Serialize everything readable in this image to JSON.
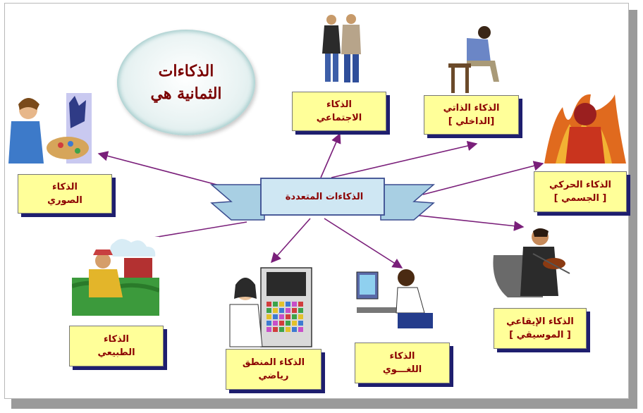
{
  "title": {
    "line1": "الذكاءات",
    "line2": "الثمانية هي"
  },
  "center": "الذكاءات المتعددة",
  "nodes": {
    "social": {
      "line1": "الذكاء",
      "line2": "الاجتماعي"
    },
    "intrapersonal": {
      "line1": "الذكاء الذاتي",
      "line2": "[الداخلي ]"
    },
    "visual": {
      "line1": "الذكاء",
      "line2": "الصوري"
    },
    "kinesthetic": {
      "line1": "الذكاء الحركي",
      "line2": "[ الجسمي ]"
    },
    "naturalist": {
      "line1": "الذكاء",
      "line2": "الطبيعي"
    },
    "logical": {
      "line1": "الذكاء المنطق",
      "line2": "رياضي"
    },
    "linguistic": {
      "line1": "الذكاء",
      "line2": "اللغـــوي"
    },
    "musical": {
      "line1": "الذكاء الإيقاعي",
      "line2": "[ الموسيقي ]"
    }
  },
  "colors": {
    "box_fill": "#ffff99",
    "box_text": "#8b0000",
    "arrow": "#7a1f7a",
    "ribbon": "#cfe7f3",
    "ribbon_border": "#3a4c8f",
    "shadow": "#1e1e6e"
  }
}
